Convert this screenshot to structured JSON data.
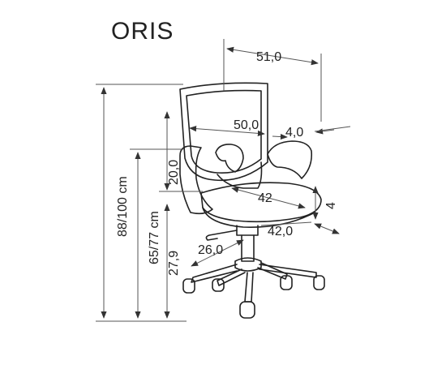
{
  "product": {
    "name": "ORIS"
  },
  "dimensions": {
    "total_height": "88/100 cm",
    "seat_height": "65/77 cm",
    "backrest_height": "20,0",
    "seat_to_floor": "27,9",
    "overall_width": "51,0",
    "backrest_width": "50,0",
    "arm_gap": "4,0",
    "seat_width": "42",
    "seat_depth": "42,0",
    "seat_thickness": "4",
    "base_radius": "26,0"
  },
  "colors": {
    "line": "#222222",
    "dim_line": "#555555",
    "arrow": "#333333"
  }
}
